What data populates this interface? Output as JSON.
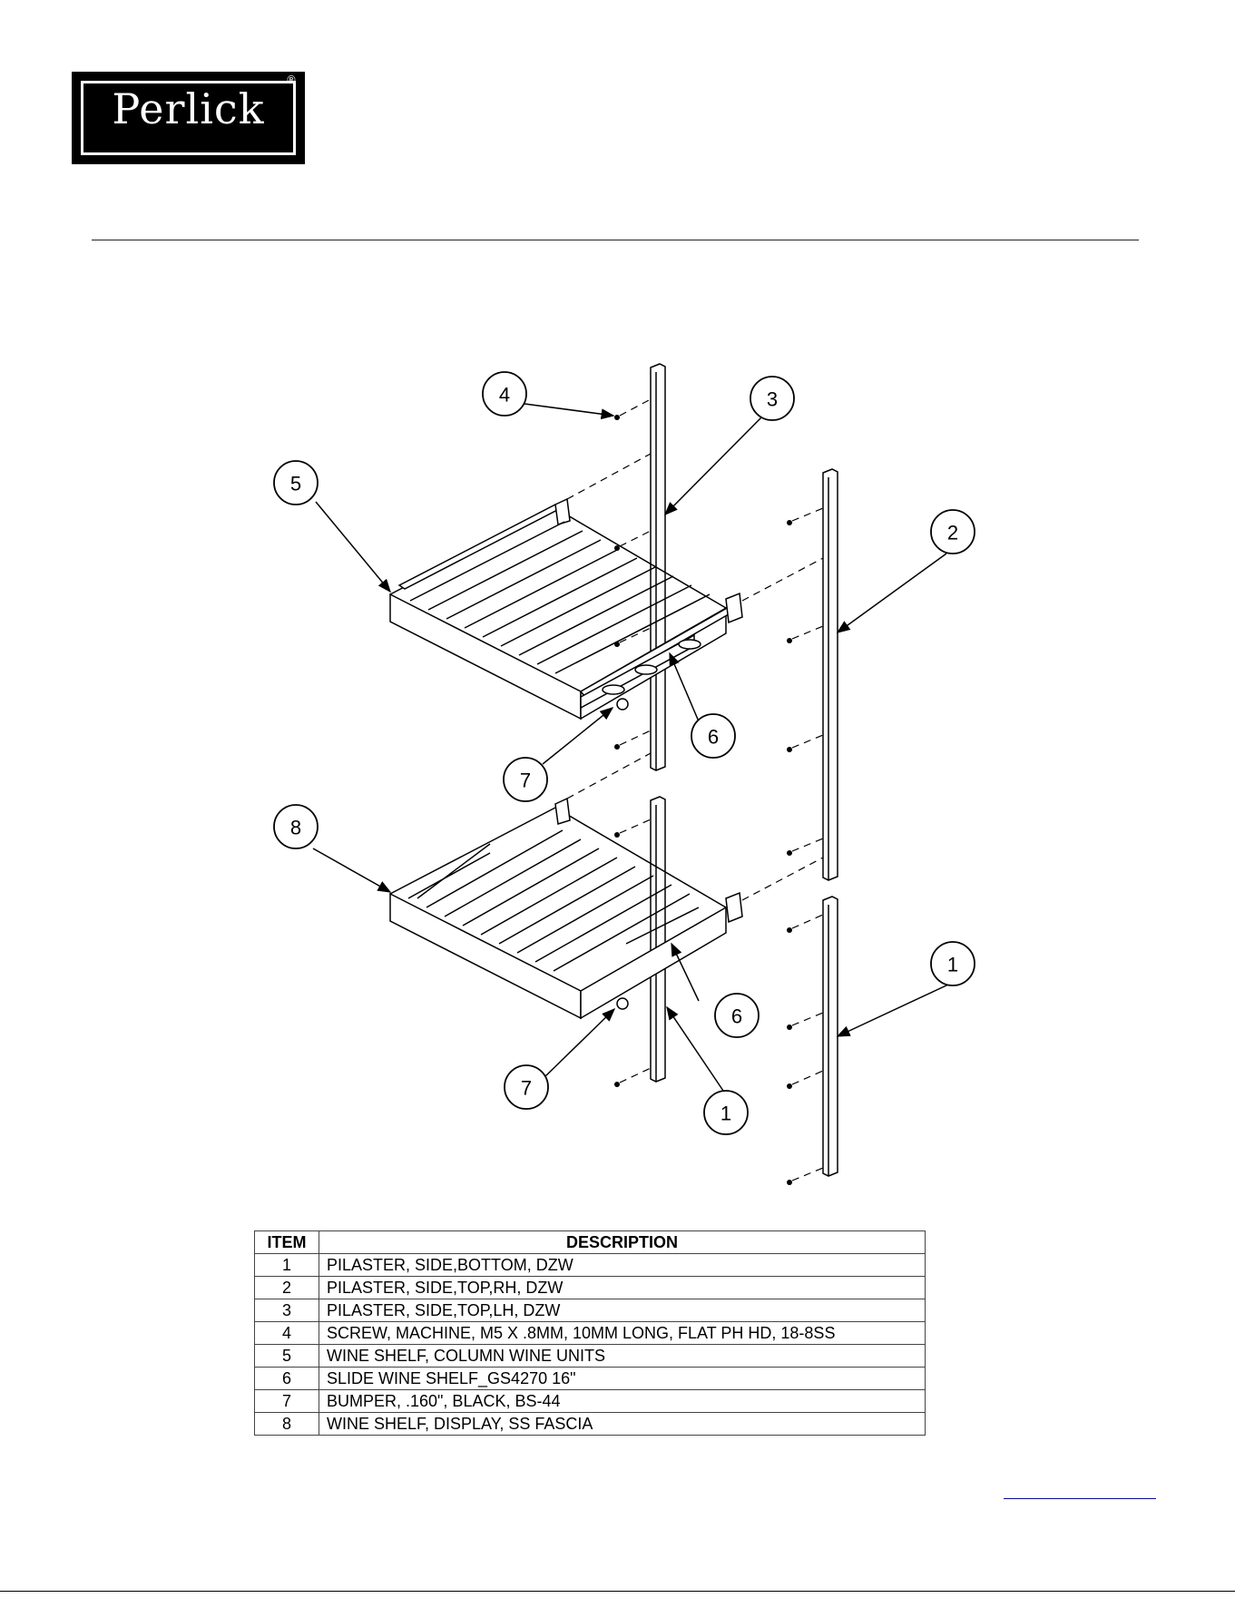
{
  "brand": {
    "logo_text": "Perlick",
    "registered_mark": "®"
  },
  "diagram": {
    "callouts": [
      {
        "id": "c4",
        "label": "4"
      },
      {
        "id": "c3",
        "label": "3"
      },
      {
        "id": "c5",
        "label": "5"
      },
      {
        "id": "c2",
        "label": "2"
      },
      {
        "id": "c6a",
        "label": "6"
      },
      {
        "id": "c7a",
        "label": "7"
      },
      {
        "id": "c8",
        "label": "8"
      },
      {
        "id": "c1a",
        "label": "1"
      },
      {
        "id": "c6b",
        "label": "6"
      },
      {
        "id": "c7b",
        "label": "7"
      },
      {
        "id": "c1b",
        "label": "1"
      }
    ]
  },
  "parts_table": {
    "headers": {
      "item": "ITEM",
      "description": "DESCRIPTION"
    },
    "rows": [
      {
        "item": "1",
        "description": "PILASTER, SIDE,BOTTOM, DZW"
      },
      {
        "item": "2",
        "description": "PILASTER, SIDE,TOP,RH, DZW"
      },
      {
        "item": "3",
        "description": "PILASTER, SIDE,TOP,LH, DZW"
      },
      {
        "item": "4",
        "description": "SCREW, MACHINE, M5 X .8MM, 10MM LONG, FLAT PH HD, 18-8SS"
      },
      {
        "item": "5",
        "description": "WINE SHELF, COLUMN WINE UNITS"
      },
      {
        "item": "6",
        "description": "SLIDE WINE SHELF_GS4270 16\""
      },
      {
        "item": "7",
        "description": "BUMPER, .160\", BLACK, BS-44"
      },
      {
        "item": "8",
        "description": "WINE SHELF, DISPLAY, SS FASCIA"
      }
    ]
  }
}
